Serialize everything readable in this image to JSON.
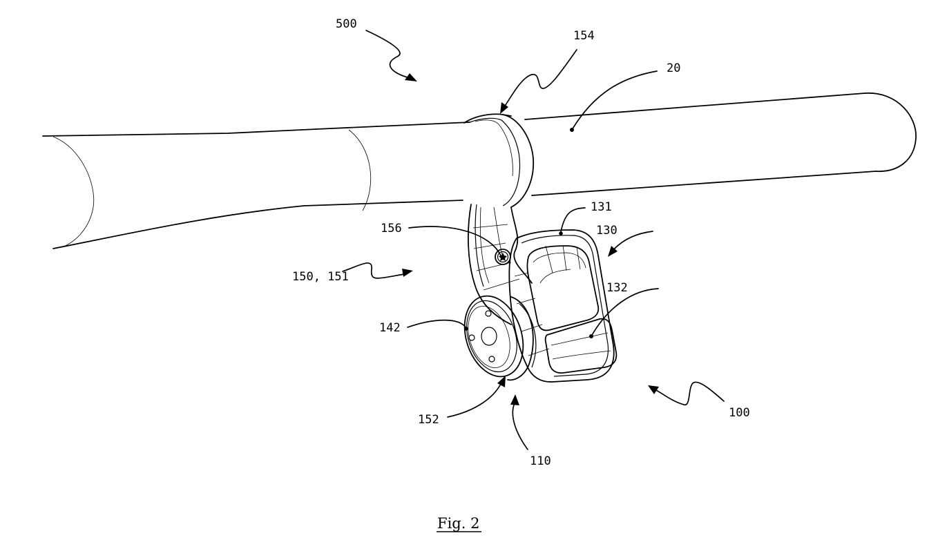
{
  "figure": {
    "caption": "Fig. 2",
    "labels": {
      "assembly": "500",
      "clamp_ring": "154",
      "handlebar": "20",
      "button_housing": "131",
      "button_unit": "130",
      "mount_arm": "150, 151",
      "screw": "156",
      "lower_button": "132",
      "rotary_knob": "142",
      "pivot_interface": "152",
      "base_body": "110",
      "control_device": "100"
    }
  }
}
